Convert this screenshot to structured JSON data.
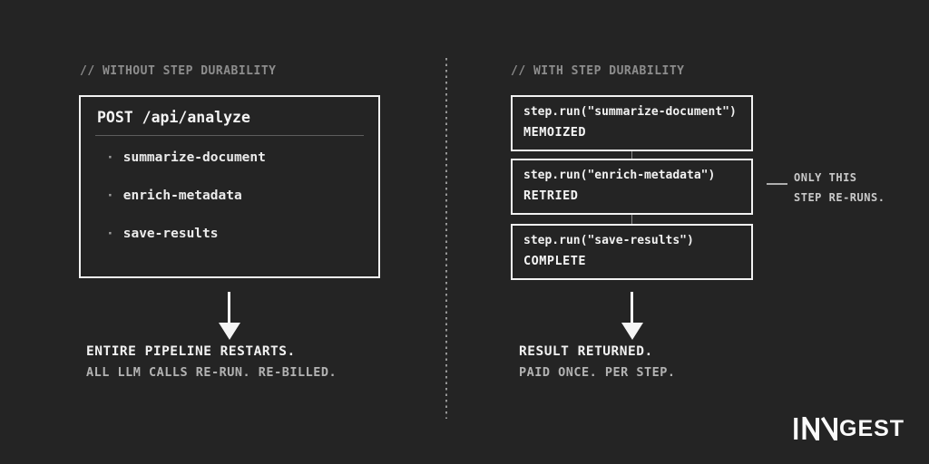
{
  "left": {
    "header": "// WITHOUT STEP DURABILITY",
    "box": {
      "title": "POST /api/analyze",
      "bullet": "·",
      "items": [
        "summarize-document",
        "enrich-metadata",
        "save-results"
      ]
    },
    "caption_line1": "ENTIRE PIPELINE RESTARTS.",
    "caption_line2": "ALL LLM CALLS RE-RUN. RE-BILLED."
  },
  "right": {
    "header": "// WITH STEP DURABILITY",
    "steps": [
      {
        "code": "step.run(\"summarize-document\")",
        "status": "MEMOIZED"
      },
      {
        "code": "step.run(\"enrich-metadata\")",
        "status": "RETRIED"
      },
      {
        "code": "step.run(\"save-results\")",
        "status": "COMPLETE"
      }
    ],
    "annotation_line1": "ONLY THIS",
    "annotation_line2": "STEP RE-RUNS.",
    "caption_line1": "RESULT RETURNED.",
    "caption_line2": "PAID ONCE. PER STEP."
  },
  "footer": {
    "logo_text": "INNGEST",
    "logo_rest": "GEST"
  },
  "colors": {
    "background": "#242424",
    "box_border": "#f2f2f2",
    "text_primary": "#f5f5f5",
    "text_muted": "#8d8d8d",
    "text_secondary": "#b3b3b3",
    "divider_dots": "#969696"
  }
}
